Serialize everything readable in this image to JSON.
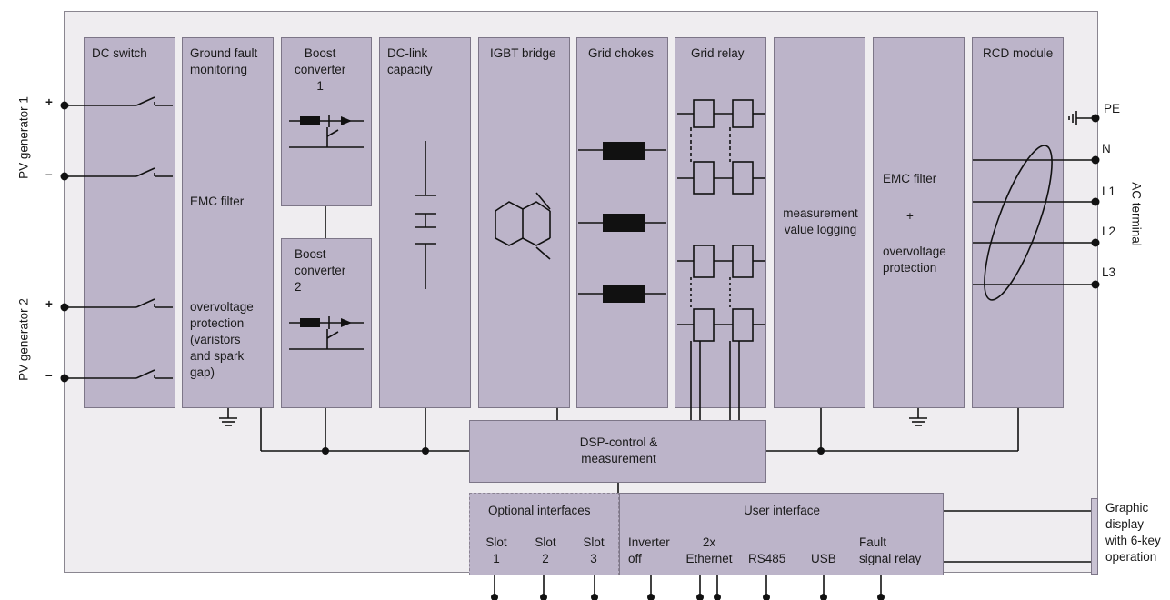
{
  "blocks": {
    "dc_switch": "DC switch",
    "ground_fault": "Ground fault\nmonitoring",
    "emc_filter_left": "EMC filter",
    "overvoltage_left": "overvoltage\nprotection\n(varistors\nand spark\ngap)",
    "boost1": "Boost\nconverter\n1",
    "boost2": "Boost\nconverter\n2",
    "dc_link": "DC-link\ncapacity",
    "igbt": "IGBT bridge",
    "grid_chokes": "Grid chokes",
    "grid_relay": "Grid relay",
    "measurement": "measurement\nvalue logging",
    "emc_filter_right": "EMC filter",
    "plus_sign": "+",
    "overvoltage_right": "overvoltage\nprotection",
    "rcd": "RCD module",
    "dsp": "DSP-control &\nmeasurement"
  },
  "optional_interfaces": {
    "title": "Optional interfaces",
    "slots": [
      "Slot\n1",
      "Slot\n2",
      "Slot\n3"
    ]
  },
  "user_interface": {
    "title": "User interface",
    "items": [
      "Inverter\noff",
      "2x\nEthernet",
      "RS485",
      "USB",
      "Fault\nsignal relay"
    ]
  },
  "pv": {
    "gen1": "PV generator 1",
    "gen2": "PV generator 2",
    "plus": "+",
    "minus": "–"
  },
  "ac": {
    "label": "AC terminal",
    "pe": "PE",
    "n": "N",
    "l1": "L1",
    "l2": "L2",
    "l3": "L3"
  },
  "display": "Graphic\ndisplay\nwith 6-key\noperation"
}
